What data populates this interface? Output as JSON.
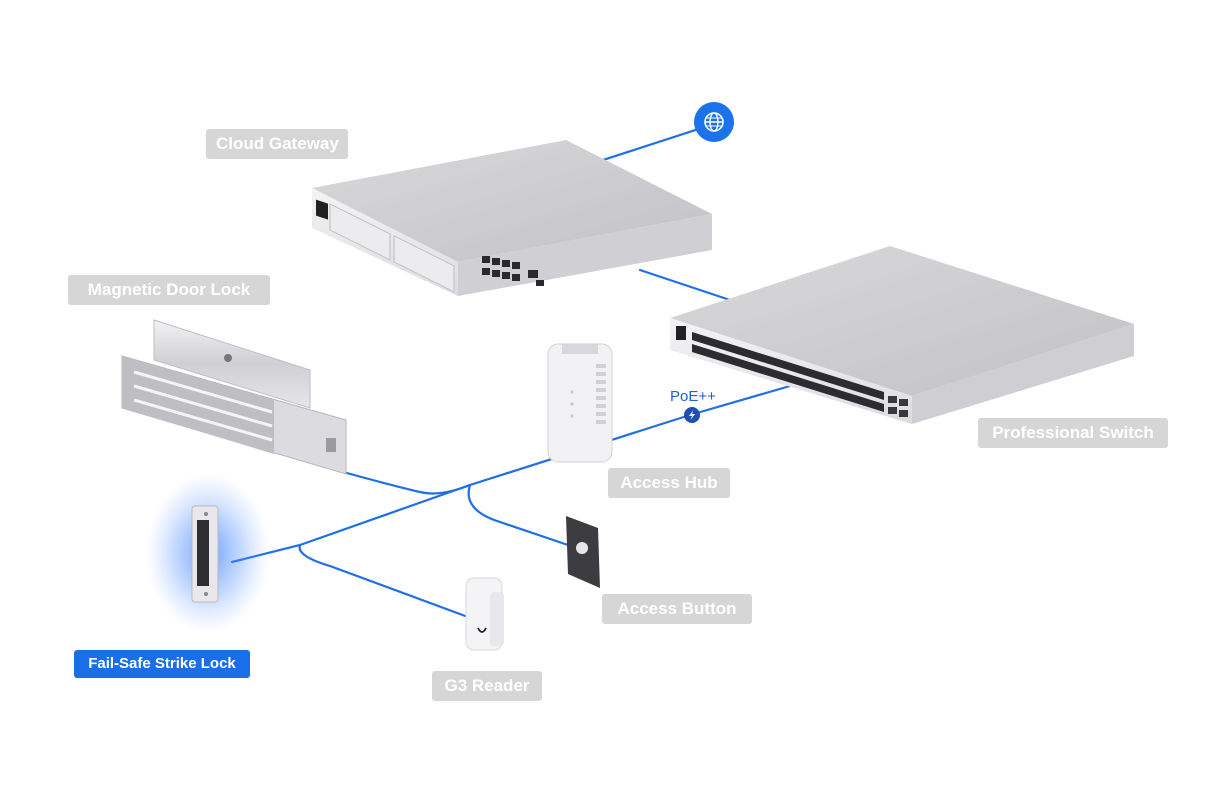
{
  "labels": {
    "cloud_gateway": "Cloud Gateway",
    "magnetic_door_lock": "Magnetic Door Lock",
    "professional_switch": "Professional Switch",
    "access_hub": "Access Hub",
    "access_button": "Access Button",
    "g3_reader": "G3 Reader",
    "fail_safe_strike_lock": "Fail-Safe Strike Lock"
  },
  "connection": {
    "poe_label": "PoE++"
  },
  "colors": {
    "cable": "#1f6fe5",
    "label_bg": "#d6d6d6",
    "active_label_bg": "#1a6fe8",
    "internet_badge": "#1a73e8",
    "glow": "#4a8cff"
  },
  "icons": [
    "globe-icon",
    "bolt-icon"
  ]
}
